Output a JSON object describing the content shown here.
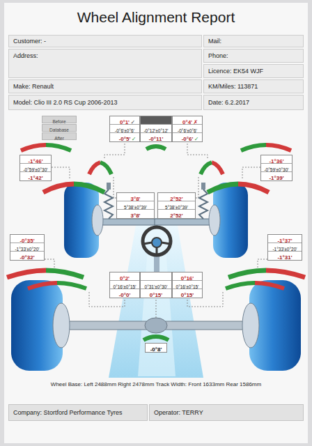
{
  "diagram": {
    "title": "Wheel Alignment Report",
    "nodes": [
      {
        "text": [
          "Customer: -"
        ]
      },
      {
        "text": [
          "Mail:"
        ]
      },
      {
        "text": [
          "Address:"
        ]
      },
      {
        "text": [
          "Phone:"
        ]
      },
      {
        "text": [
          "Licence: EK54 WJF"
        ]
      },
      {
        "text": [
          "Make: Renault"
        ]
      },
      {
        "text": [
          "KM/Miles: 113871"
        ]
      },
      {
        "text": [
          "Model: Clio III 2.0 RS Cup 2006-2013"
        ]
      },
      {
        "text": [
          "Date: 6.2.2017"
        ]
      },
      {
        "text": [
          "Before",
          "Database",
          "After"
        ]
      },
      {
        "text": [
          "0°1'",
          "-0°6'±0°6'",
          "-0°5'"
        ]
      },
      {
        "text": [
          "-0°12'±0°12'",
          "-0°11'"
        ]
      },
      {
        "text": [
          "0°4'",
          "-0°6'±0°6'",
          "-0°6'"
        ]
      },
      {
        "text": [
          "-1°46'",
          "-0°59'±0°30'",
          "-1°42'"
        ]
      },
      {
        "text": [
          "-1°36'",
          "-0°59'±0°30'",
          "-1°39'"
        ]
      },
      {
        "text": [
          "3°8'",
          "5°38'±0°39'",
          "3°8'"
        ]
      },
      {
        "text": [
          "2°52'",
          "5°38'±0°39'",
          "2°52'"
        ]
      },
      {
        "text": [
          "-0°35'",
          "-1°33'±0°20'",
          "-0°32'"
        ]
      },
      {
        "text": [
          "-1°37'",
          "-1°33'±0°20'",
          "-1°31'"
        ]
      },
      {
        "text": [
          "0°2'",
          "0°16'±0°15'",
          "-0°0'"
        ]
      },
      {
        "text": [
          "0°31'±0°30'",
          "0°15'"
        ]
      },
      {
        "text": [
          "0°16'",
          "0°16'±0°15'",
          "0°15'"
        ]
      },
      {
        "text": [
          "-0°8'"
        ]
      },
      {
        "text": [
          "Company: Stortford Performance Tyres"
        ]
      },
      {
        "text": [
          "Operator: TERRY"
        ]
      }
    ],
    "labels": [
      "✓",
      "✗",
      "✓",
      "✓",
      "Wheel Base: Left 2488mm Right 2478mm Track Width: Front 1633mm Rear 1586mm"
    ]
  }
}
